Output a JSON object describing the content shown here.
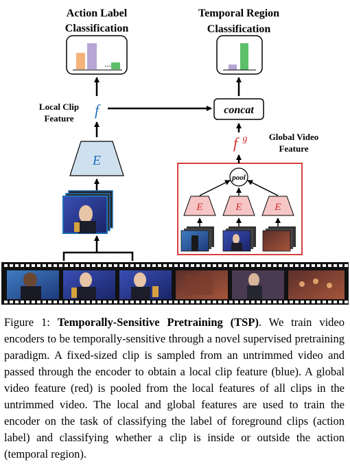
{
  "figure": {
    "action_label_title": [
      "Action Label",
      "Classification"
    ],
    "temporal_region_title": [
      "Temporal Region",
      "Classification"
    ],
    "local_clip_feature": [
      "Local Clip",
      "Feature"
    ],
    "global_video_feature": [
      "Global Video",
      "Feature"
    ],
    "local_feature_symbol": "f",
    "global_feature_symbol": "f",
    "global_feature_superscript": "g",
    "concat_label": "concat",
    "pool_label": "pool",
    "encoder_label": "E",
    "action_histogram_ellipsis": "...",
    "colors": {
      "blue_encoder": "#cfe1ef",
      "red_encoder": "#f6c6c6",
      "red_accent": "#d42a2a",
      "blue_accent": "#1f6fb8",
      "bar_orange": "#f5b37a",
      "bar_purple": "#b7a6d6",
      "bar_green": "#5cbf6a"
    }
  },
  "caption": {
    "lead": "Figure 1: ",
    "title": "Temporally-Sensitive Pretraining (TSP)",
    "body": ". We train video encoders to be temporally-sensitive through a novel supervised pretraining paradigm. A fixed-sized clip is sampled from an untrimmed video and passed through the encoder to obtain a local clip feature (blue). A global video feature (red) is pooled from the local features of all clips in the untrimmed video. The local and global features are used to train the encoder on the task of classifying the label of foreground clips (action label) and classifying whether a clip is inside or outside the action (temporal region)."
  }
}
